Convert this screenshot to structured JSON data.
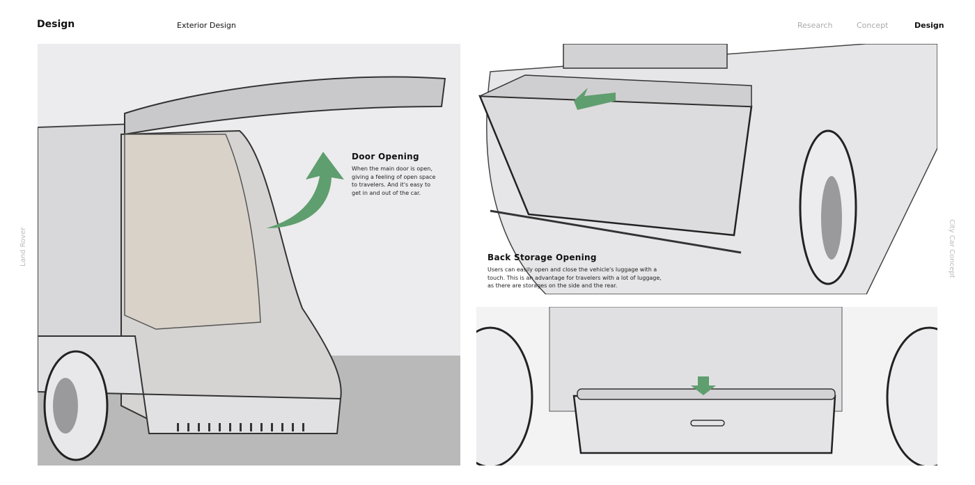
{
  "header": {
    "title": "Design",
    "section": "Exterior Design",
    "nav": [
      "Research",
      "Concept",
      "Design"
    ],
    "active_nav": "Design"
  },
  "side_labels": {
    "left": "Land Rover",
    "right": "City Car Concept"
  },
  "captions": {
    "door": {
      "title": "Door Opening",
      "text": "When the main door is open, giving a feeling of open space to travelers. And it's easy to get in and out of the car."
    },
    "storage": {
      "title": "Back Storage Opening",
      "text": "Users can easily open and close the vehicle's luggage with a touch. This is an advantage for travelers with a lot of luggage, as there are storages on the side and the rear."
    }
  },
  "colors": {
    "arrow": "#5f9e6e",
    "floor": "#b9b9ba",
    "panel": "#ecebed"
  }
}
